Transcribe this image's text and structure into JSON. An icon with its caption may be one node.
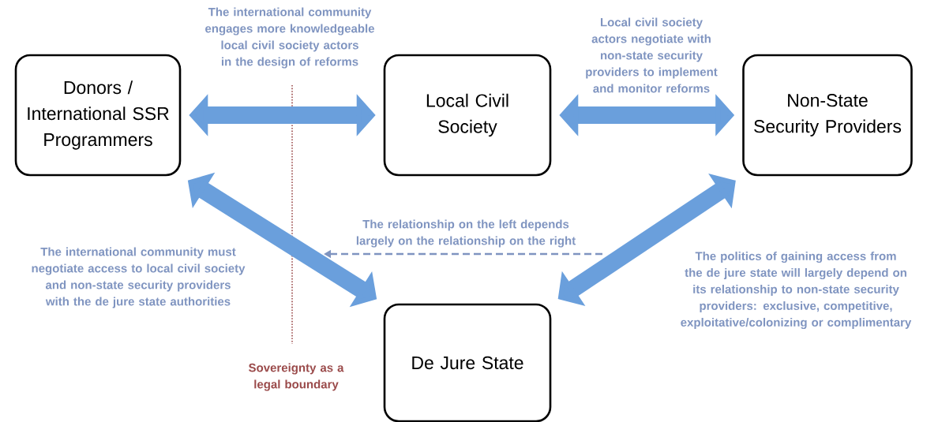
{
  "diagram": {
    "nodes": [
      {
        "text": [
          "Donors / International SSR Programmers"
        ]
      },
      {
        "text": [
          "Local Civil Society"
        ]
      },
      {
        "text": [
          "Non-State Security Providers"
        ]
      },
      {
        "text": [
          "De Jure State"
        ]
      }
    ],
    "edges": [
      {
        "from": 0,
        "to": 1,
        "arrow": "both",
        "label": "The international community engages more knowledgeable local civil society actors in the design of reforms"
      },
      {
        "from": 1,
        "to": 2,
        "arrow": "both",
        "label": "Local civil society actors negotiate with non-state security providers to implement and monitor reforms"
      },
      {
        "from": 0,
        "to": 3,
        "arrow": "both",
        "label": "The international community must negotiate access to local civil society and non-state security providers with the de jure state authorities"
      },
      {
        "from": 2,
        "to": 3,
        "arrow": "both",
        "label": "The politics of gaining access from the de jure state will largely depend on its relationship to non-state security providers: exclusive, competitive, exploitative/colonizing or complimentary"
      }
    ],
    "labels": [
      "The relationship on the left depends largely on the relationship on the right",
      "Sovereignty as a legal boundary"
    ]
  }
}
